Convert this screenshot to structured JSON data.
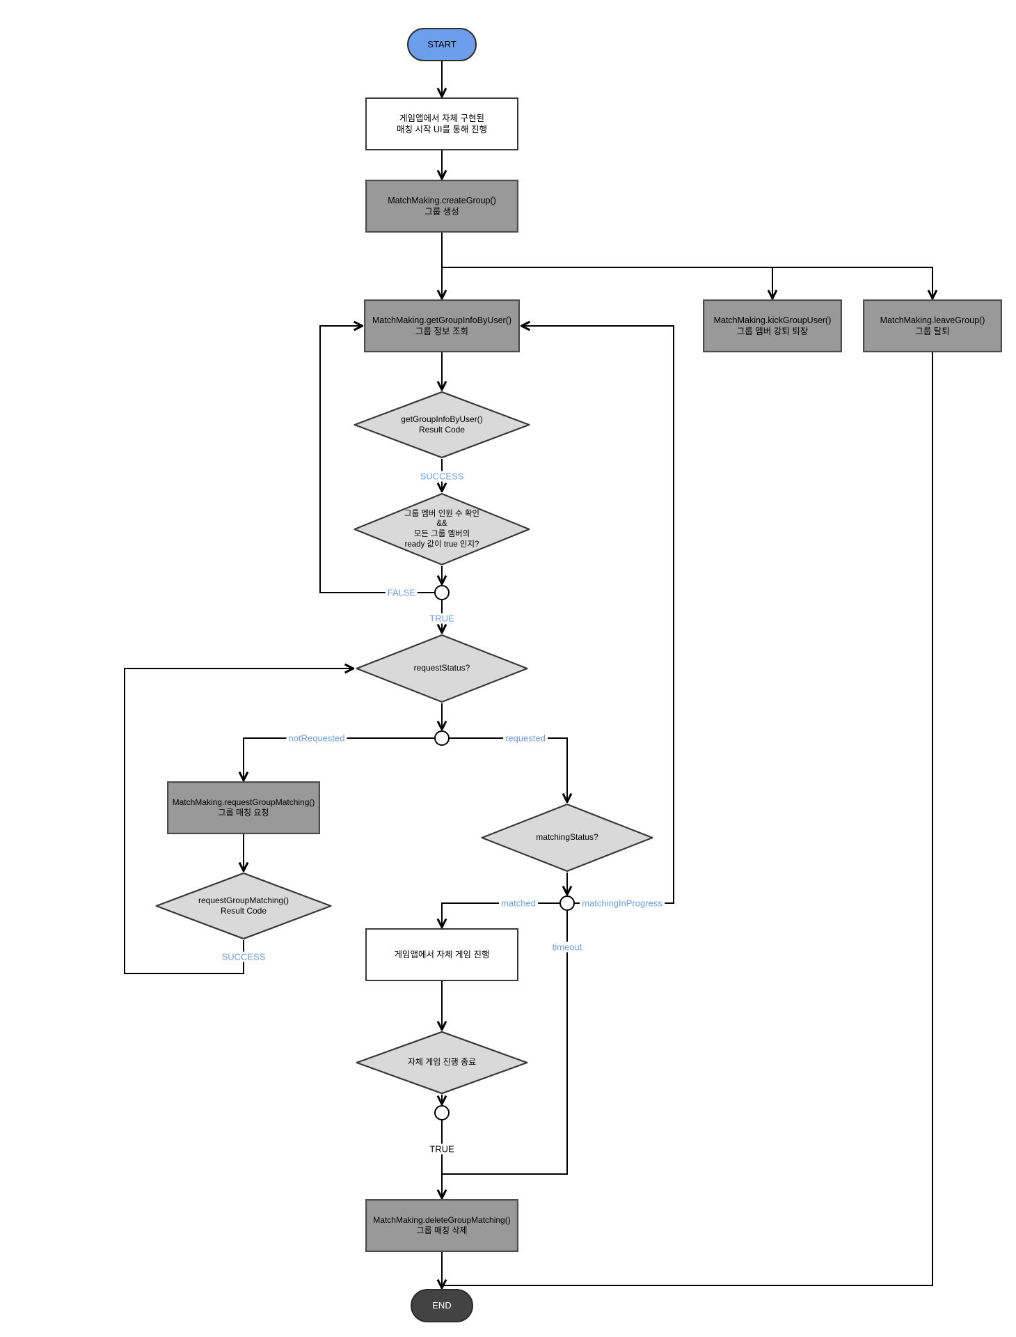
{
  "diagram": {
    "title": "MatchMaking group matching flowchart",
    "nodes": {
      "start": {
        "label": "START"
      },
      "self_ui": {
        "label": "게임앱에서 자체 구현된\n매칭 시작 UI를 통해 진행"
      },
      "create_group": {
        "label": "MatchMaking.createGroup()\n그룹 생성"
      },
      "get_group_info": {
        "label": "MatchMaking.getGroupInfoByUser()\n그룹 정보 조회"
      },
      "kick_group_user": {
        "label": "MatchMaking.kickGroupUser()\n그룹 멤버 강퇴 퇴장"
      },
      "leave_group": {
        "label": "MatchMaking.leaveGroup()\n그룹 탈퇴"
      },
      "get_info_result": {
        "label": "getGroupInfoByUser()\nResult Code"
      },
      "member_ready_check": {
        "label": "그룹 멤버 인원 수 확인\n&&\n모든 그룹 멤버의\nready 값이 true 인지?"
      },
      "request_status": {
        "label": "requestStatus?"
      },
      "request_group_matching": {
        "label": "MatchMaking.requestGroupMatching()\n그룹 매칭 요청"
      },
      "request_matching_result": {
        "label": "requestGroupMatching()\nResult Code"
      },
      "matching_status": {
        "label": "matchingStatus?"
      },
      "game_play": {
        "label": "게임앱에서 자체 게임 진행"
      },
      "game_play_end": {
        "label": "자체 게임 진행 종료"
      },
      "delete_group_matching": {
        "label": "MatchMaking.deleteGroupMatching()\n그룹 매칭 삭제"
      },
      "end": {
        "label": "END"
      }
    },
    "edge_labels": {
      "success1": "SUCCESS",
      "false1": "FALSE",
      "true1": "TRUE",
      "not_requested": "notRequested",
      "requested": "requested",
      "success2": "SUCCESS",
      "matched": "matched",
      "matching_in_progress": "matchingInProgress",
      "timeout": "timeout",
      "true2": "TRUE"
    },
    "colors": {
      "start_fill": "#6d9eeb",
      "end_fill": "#434343",
      "process_fill": "#999999",
      "decision_fill": "#d9d9d9",
      "manual_fill": "#ffffff",
      "edge_label_blue": "#6d9eeb",
      "line": "#000000"
    }
  }
}
